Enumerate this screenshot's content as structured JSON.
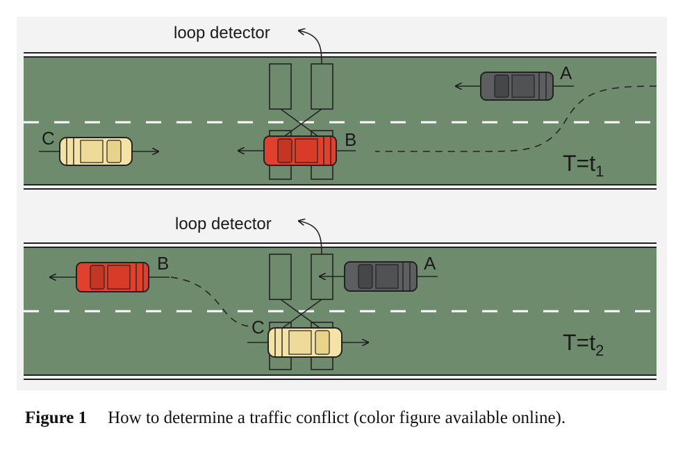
{
  "diagram": {
    "top_panel": {
      "detector_label": "loop detector",
      "car_a_label": "A",
      "car_b_label": "B",
      "car_c_label": "C",
      "time_prefix": "T=t",
      "time_sub": "1"
    },
    "bottom_panel": {
      "detector_label": "loop detector",
      "car_a_label": "A",
      "car_b_label": "B",
      "car_c_label": "C",
      "time_prefix": "T=t",
      "time_sub": "2"
    },
    "colors": {
      "road": "#6f8b6e",
      "panel_bg": "#f3f3f3",
      "car_a": "#5c5e60",
      "car_b": "#e0412e",
      "car_c": "#f4e2a6",
      "lane_marking": "#ffffff"
    }
  },
  "caption": {
    "label": "Figure 1",
    "text": "How to determine a traffic conflict (color figure available online)."
  }
}
